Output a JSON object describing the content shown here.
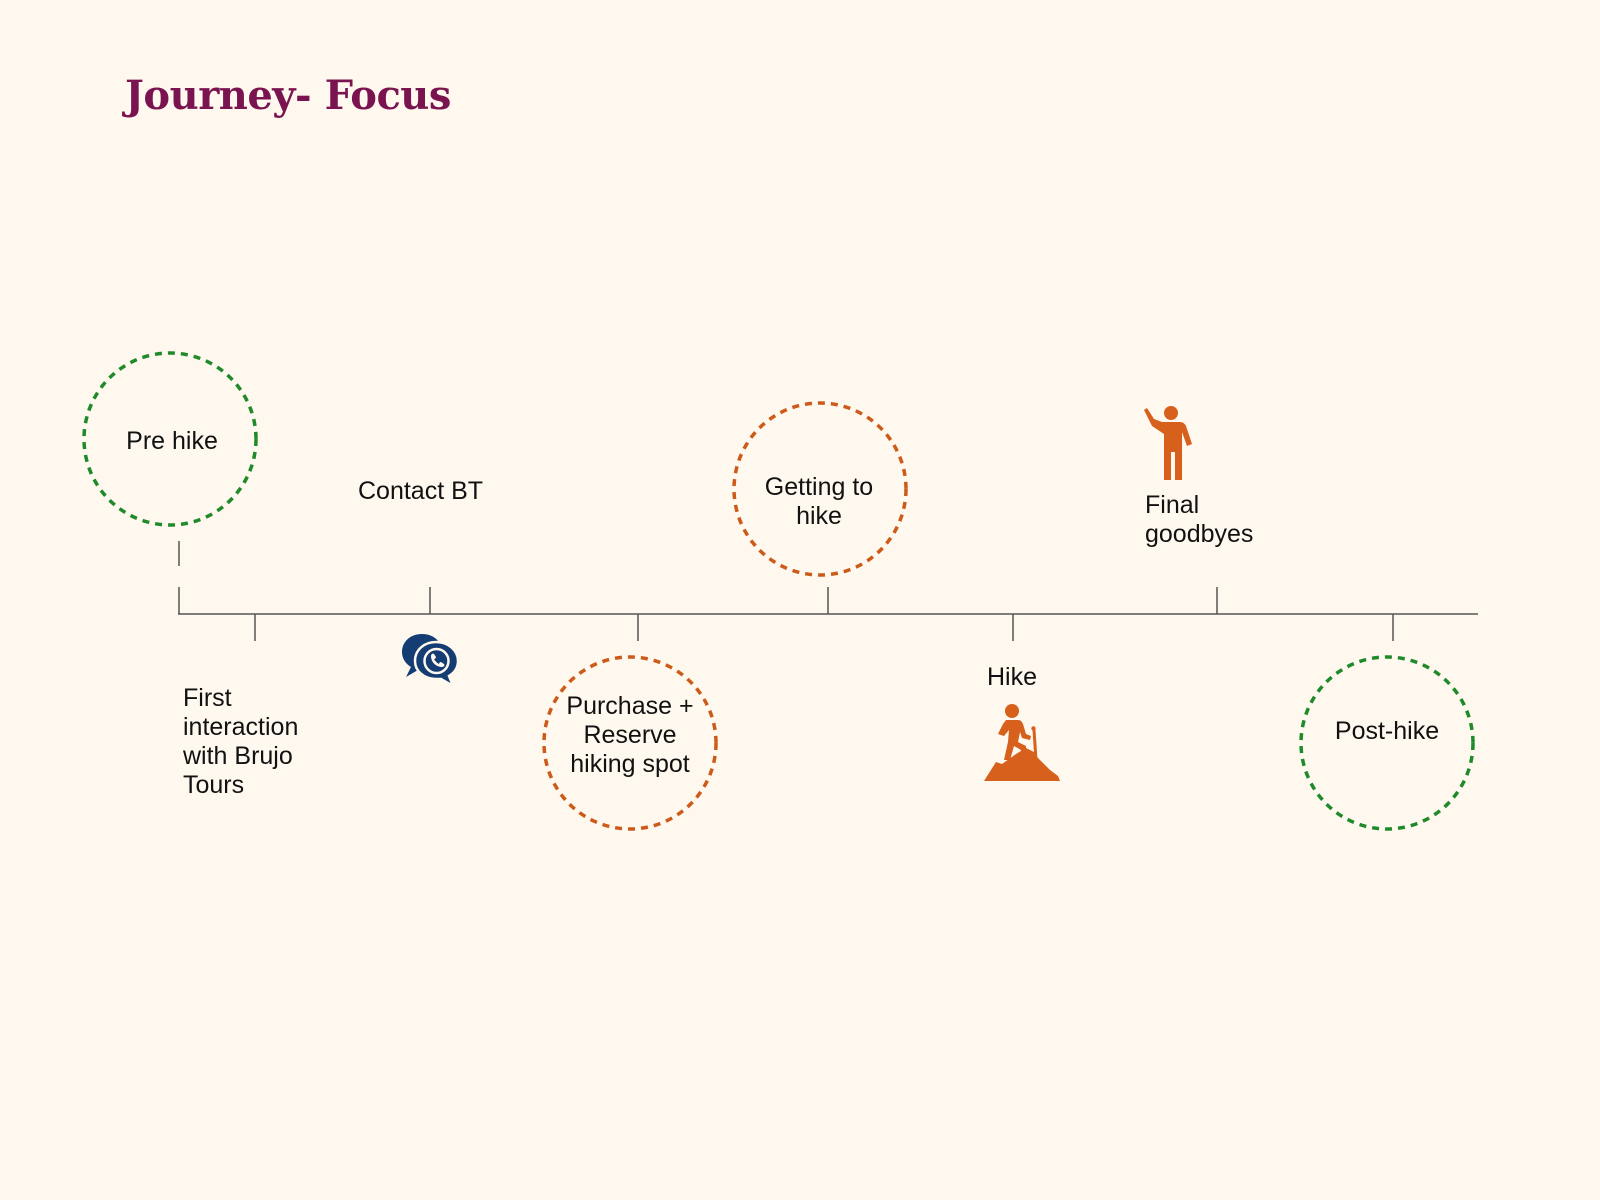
{
  "title": "Journey- Focus",
  "colors": {
    "background": "#fff8ee",
    "title": "#7a1450",
    "green_stage": "#1e8a2a",
    "orange_stage": "#cc5a19",
    "line": "#555555",
    "chat_icon": "#143d73",
    "person_icon": "#d6601c"
  },
  "stages": {
    "pre_hike": "Pre hike",
    "getting_to_hike": "Getting to hike",
    "purchase_reserve": "Purchase + Reserve hiking spot",
    "post_hike": "Post-hike"
  },
  "steps": {
    "contact_bt": "Contact BT",
    "first_interaction": "First interaction with Brujo Tours",
    "final_goodbyes": "Final goodbyes",
    "hike": "Hike"
  },
  "icons": {
    "chat": "phone-chat-icon",
    "waving_person": "waving-person-icon",
    "hiker": "hiker-icon"
  }
}
